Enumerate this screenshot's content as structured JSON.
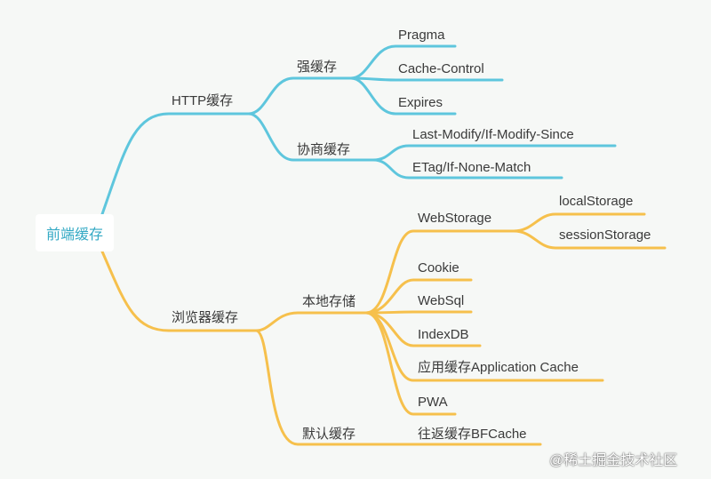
{
  "colors": {
    "blue": "#5ec6dd",
    "orange": "#f6c04c",
    "root_text": "#33a9c4"
  },
  "root": {
    "label": "前端缓存"
  },
  "http": {
    "label": "HTTP缓存",
    "strong": {
      "label": "强缓存",
      "items": [
        "Pragma",
        "Cache-Control",
        "Expires"
      ]
    },
    "negotiated": {
      "label": "协商缓存",
      "items": [
        "Last-Modify/If-Modify-Since",
        "ETag/If-None-Match"
      ]
    }
  },
  "browser": {
    "label": "浏览器缓存",
    "local": {
      "label": "本地存储",
      "webstorage": {
        "label": "WebStorage",
        "items": [
          "localStorage",
          "sessionStorage"
        ]
      },
      "items": [
        "Cookie",
        "WebSql",
        "IndexDB",
        "应用缓存Application Cache",
        "PWA"
      ]
    },
    "default": {
      "label": "默认缓存",
      "items": [
        "往返缓存BFCache"
      ]
    }
  },
  "watermark": "@稀土掘金技术社区"
}
